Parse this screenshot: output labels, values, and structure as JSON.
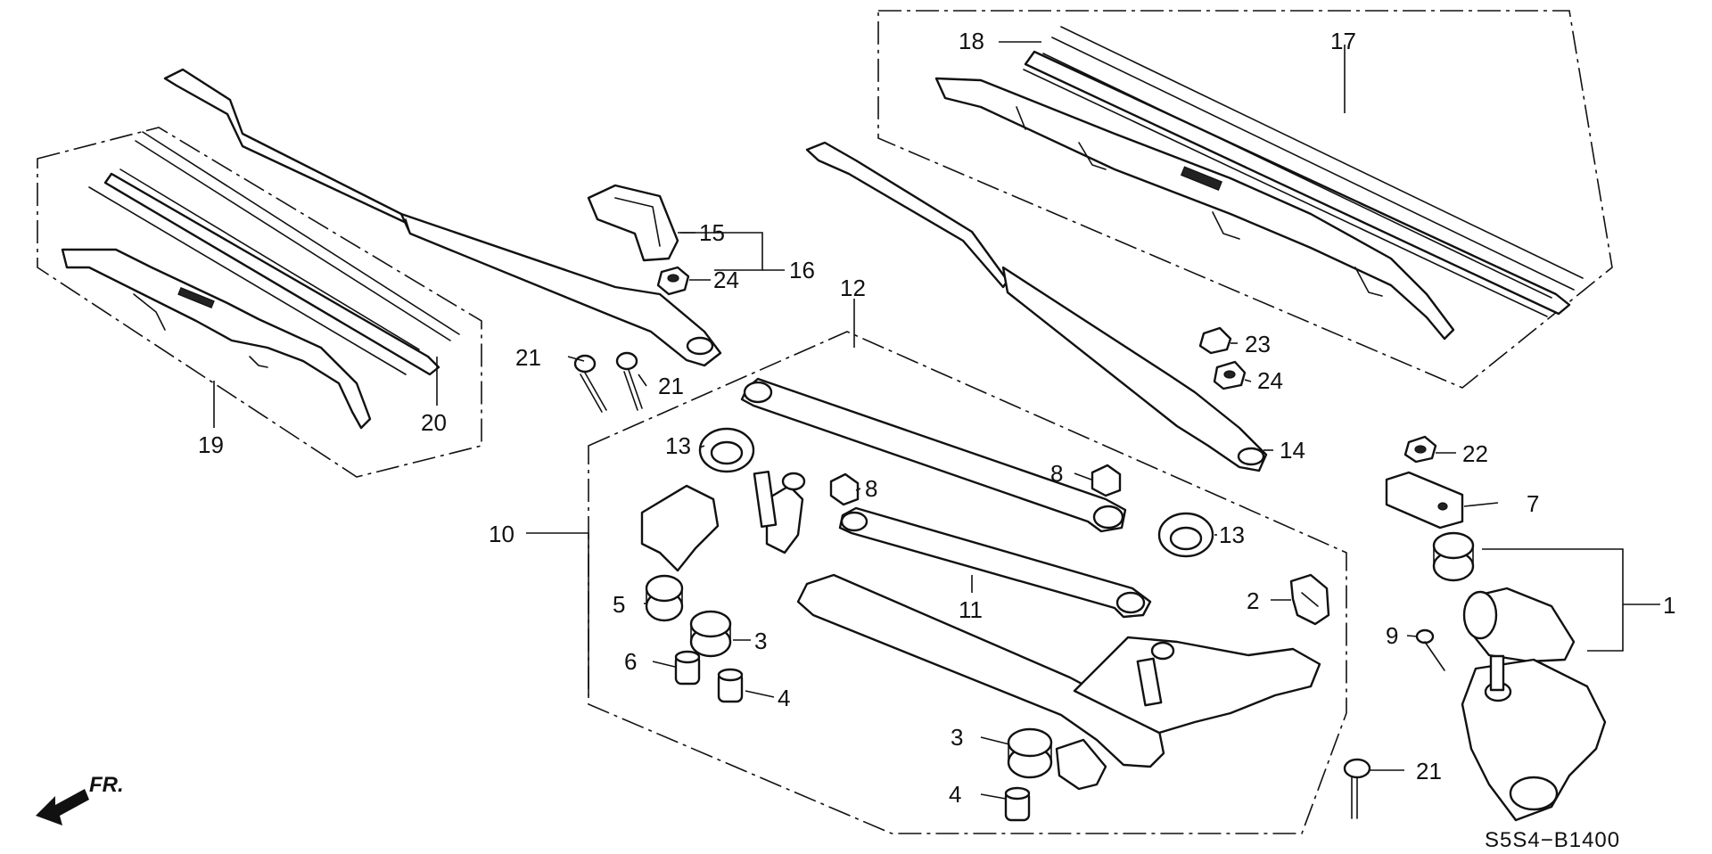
{
  "diagram_code": "S5S4−B1400",
  "direction_label": "FR.",
  "callouts": {
    "p1": "1",
    "p2": "2",
    "p3a": "3",
    "p3b": "3",
    "p4a": "4",
    "p4b": "4",
    "p5": "5",
    "p6": "6",
    "p7": "7",
    "p8a": "8",
    "p8b": "8",
    "p9": "9",
    "p10": "10",
    "p11": "11",
    "p12": "12",
    "p13a": "13",
    "p13b": "13",
    "p14": "14",
    "p15": "15",
    "p16": "16",
    "p17": "17",
    "p18": "18",
    "p19": "19",
    "p20": "20",
    "p21a": "21",
    "p21b": "21",
    "p21c": "21",
    "p22": "22",
    "p23": "23",
    "p24a": "24",
    "p24b": "24"
  }
}
